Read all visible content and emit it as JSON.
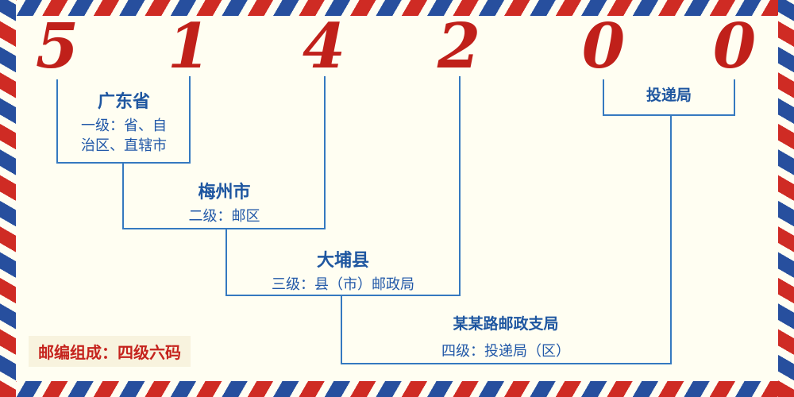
{
  "postal_code": {
    "digits": [
      "5",
      "1",
      "4",
      "2",
      "0",
      "0"
    ]
  },
  "levels": {
    "level1": {
      "title": "广东省",
      "desc_line1": "一级：省、自",
      "desc_line2": "治区、直辖市"
    },
    "level2": {
      "title": "梅州市",
      "desc": "二级：邮区"
    },
    "level3": {
      "title": "大埔县",
      "desc": "三级：县（市）邮政局"
    },
    "level4": {
      "title": "某某路邮政支局",
      "desc": "四级：投递局（区）"
    },
    "delivery": {
      "title": "投递局"
    }
  },
  "footer": {
    "note": "邮编组成：四级六码"
  },
  "colors": {
    "digit_red": "#c0201a",
    "line_blue": "#3579c0",
    "text_blue": "#2158a8",
    "background_cream": "#fffef2",
    "border_red": "#cf2b24",
    "border_blue": "#274f9e"
  }
}
